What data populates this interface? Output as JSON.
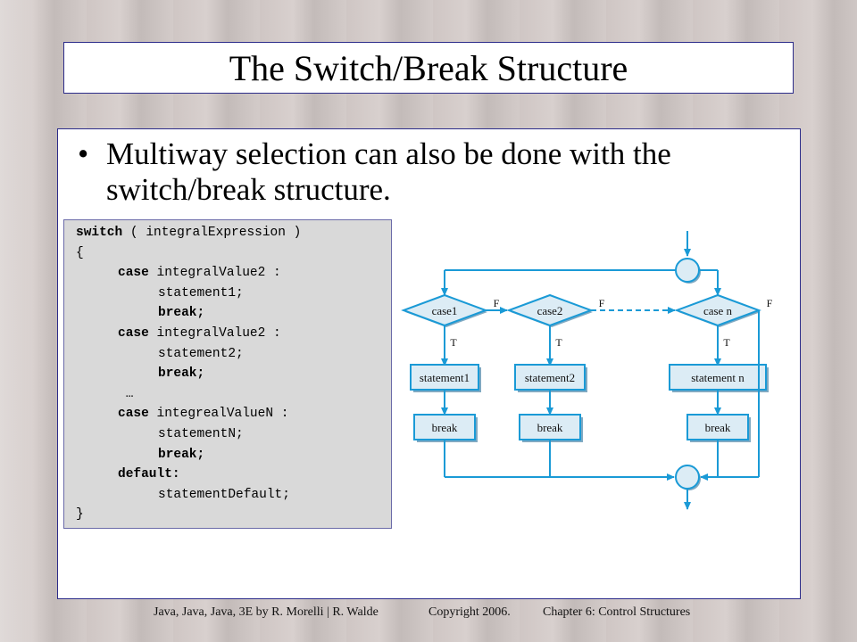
{
  "title": "The Switch/Break Structure",
  "bullet": {
    "symbol": "•",
    "text": "Multiway selection can also be done with the switch/break structure."
  },
  "code": [
    {
      "indent": 0,
      "kw": "switch",
      "rest": " ( integralExpression )"
    },
    {
      "indent": 0,
      "kw": "",
      "rest": "{"
    },
    {
      "indent": 1,
      "kw": "case",
      "rest": " integralValue2 :"
    },
    {
      "indent": 2,
      "kw": "",
      "rest": "statement1;"
    },
    {
      "indent": 2,
      "kw": "break;",
      "rest": ""
    },
    {
      "indent": 1,
      "kw": "case",
      "rest": " integralValue2 :"
    },
    {
      "indent": 2,
      "kw": "",
      "rest": "statement2;"
    },
    {
      "indent": 2,
      "kw": "break;",
      "rest": ""
    },
    {
      "indent": 1,
      "kw": "",
      "rest": " …"
    },
    {
      "indent": 1,
      "kw": "case",
      "rest": " integrealValueN :"
    },
    {
      "indent": 2,
      "kw": "",
      "rest": "statementN;"
    },
    {
      "indent": 2,
      "kw": "break;",
      "rest": ""
    },
    {
      "indent": 1,
      "kw": "default:",
      "rest": ""
    },
    {
      "indent": 2,
      "kw": "",
      "rest": "statementDefault;"
    },
    {
      "indent": 0,
      "kw": "",
      "rest": "}"
    }
  ],
  "flowchart": {
    "cases": [
      {
        "decision": "case1",
        "statement": "statement1",
        "break": "break"
      },
      {
        "decision": "case2",
        "statement": "statement2",
        "break": "break"
      },
      {
        "decision": "case n",
        "statement": "statement n",
        "break": "break"
      }
    ],
    "false_label": "F",
    "true_label": "T",
    "colors": {
      "line": "#1a9ad6",
      "fill": "#dcecf5",
      "shadow": "#7fa9c2"
    }
  },
  "footer": {
    "book": "Java, Java, Java, 3E by R. Morelli | R. Walde",
    "copyright": "Copyright 2006.",
    "chapter": "Chapter 6: Control Structures"
  }
}
